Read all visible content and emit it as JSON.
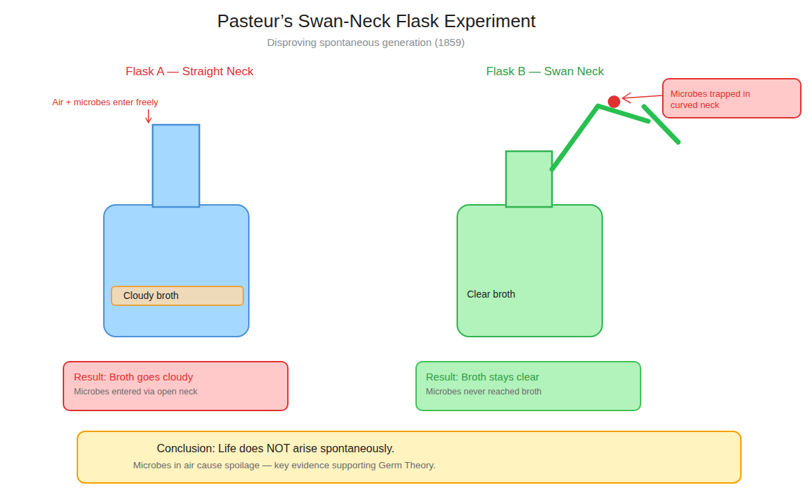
{
  "diagram": {
    "title": "Pasteur’s Swan-Neck Flask Experiment",
    "nodes": [
      {
        "text": [
          "Flask A — Straight Neck"
        ]
      },
      {
        "text": [
          "Cloudy broth"
        ],
        "in": 0
      },
      {
        "text": [
          "Flask B — Swan Neck",
          "Clear broth"
        ]
      },
      {
        "text": [
          "Microbes trapped in curved neck"
        ]
      },
      {
        "text": [
          "Result: Broth goes cloudy",
          "Microbes entered via open neck"
        ]
      },
      {
        "text": [
          "Result: Broth stays clear",
          "Microbes never reached broth"
        ]
      },
      {
        "text": [
          "Conclusion: Life does NOT arise spontaneously.",
          "Microbes in air cause spoilage — key evidence supporting Germ Theory."
        ]
      }
    ],
    "labels": [
      "Disproving spontaneous generation (1859)",
      "Air + microbes enter freely"
    ]
  }
}
